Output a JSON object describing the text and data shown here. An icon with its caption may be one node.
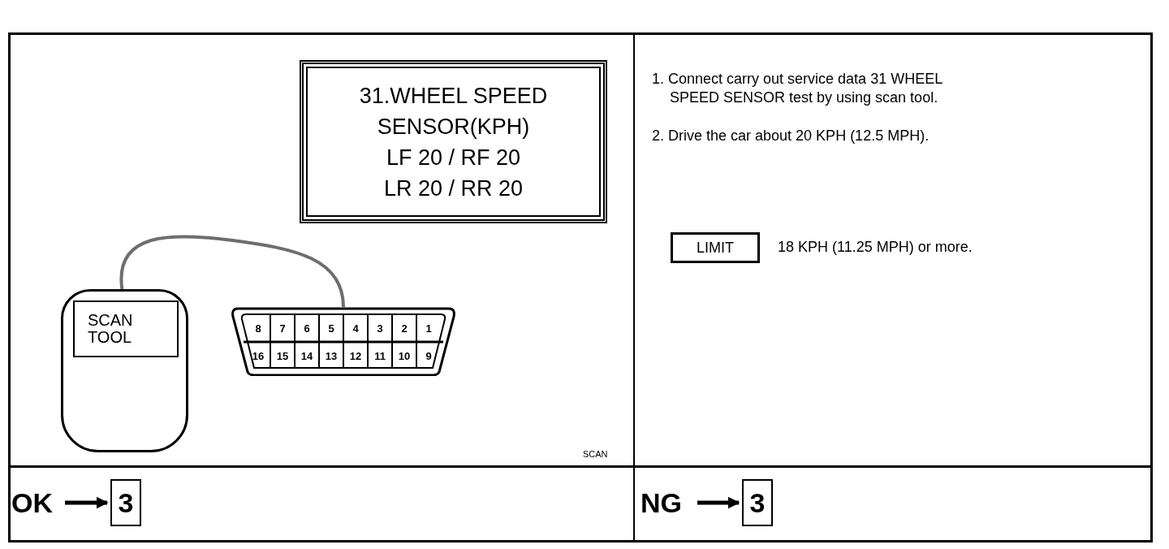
{
  "diagram": {
    "nodes": [
      {
        "text": [
          "31.WHEEL SPEED SENSOR(KPH)",
          "LF 20 / RF 20",
          "LR 20 / RR 20"
        ]
      },
      {
        "text": [
          "SCAN TOOL"
        ]
      },
      {
        "text": [],
        "shape": "connector"
      },
      {
        "text": [
          "LIMIT"
        ],
        "beside": [
          "18 KPH (11.25 MPH) or more."
        ]
      },
      {
        "text": [
          "OK"
        ]
      },
      {
        "text": [
          "3"
        ]
      },
      {
        "text": [
          "NG"
        ]
      },
      {
        "text": [
          "3"
        ]
      }
    ],
    "edges": [
      {
        "from": 1,
        "to": 2,
        "arrow": "none",
        "color": "#6e6e6e"
      },
      {
        "from": 4,
        "to": 5,
        "arrow": "to"
      },
      {
        "from": 6,
        "to": 7,
        "arrow": "to"
      }
    ],
    "labels": [
      "1. Connect carry out service data 31 WHEEL SPEED SENSOR test by using scan tool.",
      "2. Drive the car about 20 KPH (12.5 MPH).",
      "8",
      "7",
      "6",
      "5",
      "4",
      "3",
      "2",
      "1",
      "16",
      "15",
      "14",
      "13",
      "12",
      "11",
      "10",
      "9",
      "SCAN"
    ]
  }
}
